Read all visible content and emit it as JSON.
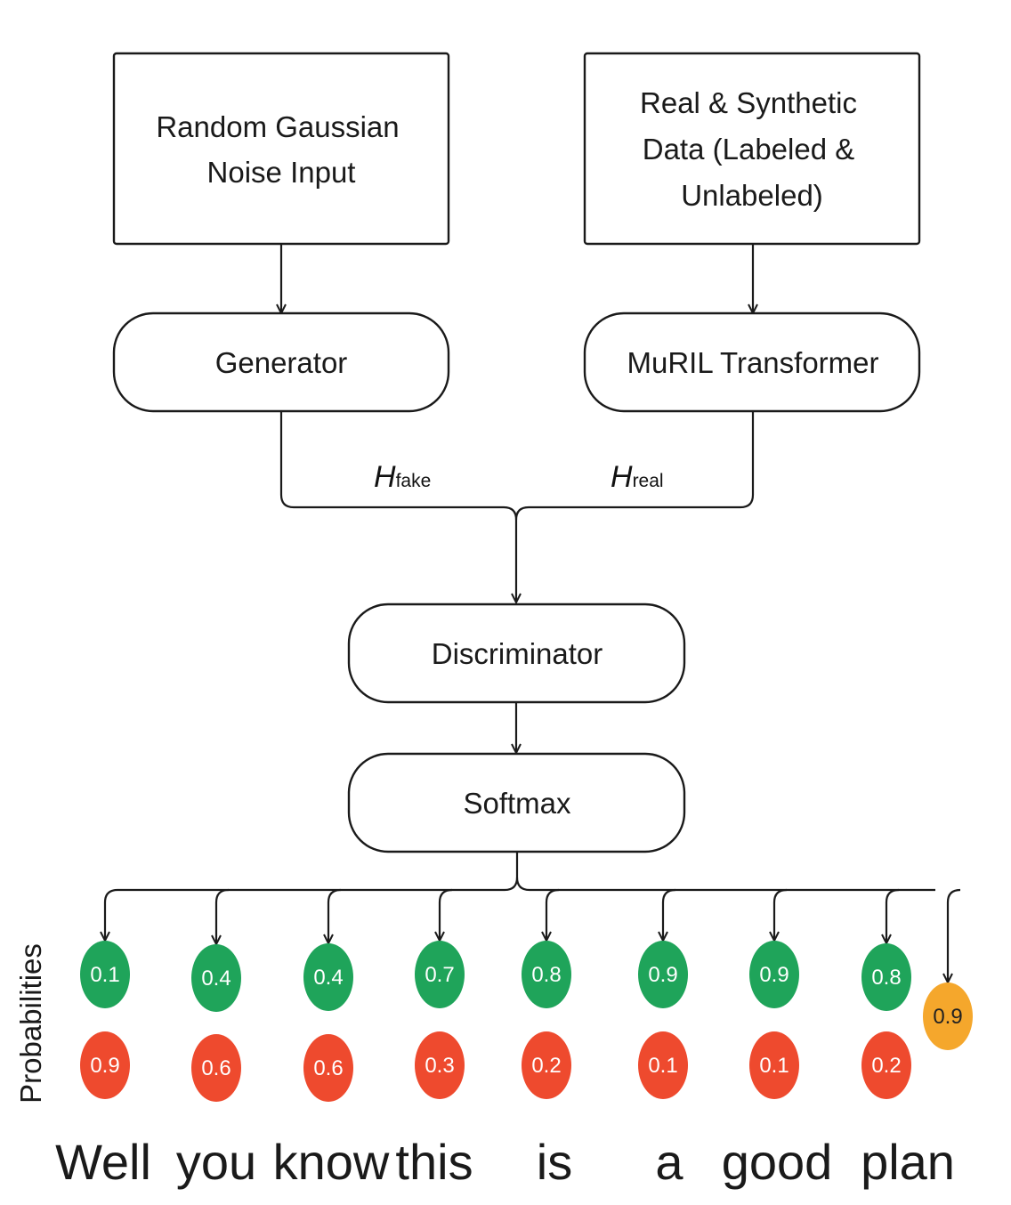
{
  "boxes": {
    "noise": {
      "lines": [
        "Random Gaussian",
        "Noise Input"
      ]
    },
    "data": {
      "lines": [
        "Real & Synthetic",
        "Data (Labeled &",
        "Unlabeled)"
      ]
    },
    "generator": {
      "label": "Generator"
    },
    "muril": {
      "label": "MuRIL Transformer"
    },
    "discriminator": {
      "label": "Discriminator"
    },
    "softmax": {
      "label": "Softmax"
    }
  },
  "edges": {
    "fake": {
      "main": "H",
      "sub": "fake"
    },
    "real": {
      "main": "H",
      "sub": "real"
    }
  },
  "probabilities_label": "Probabilities",
  "columns": [
    {
      "word": "Well",
      "top": "0.1",
      "bottom": "0.9"
    },
    {
      "word": "you",
      "top": "0.4",
      "bottom": "0.6"
    },
    {
      "word": "know",
      "top": "0.4",
      "bottom": "0.6"
    },
    {
      "word": "this",
      "top": "0.7",
      "bottom": "0.3"
    },
    {
      "word": "is",
      "top": "0.8",
      "bottom": "0.2"
    },
    {
      "word": "a",
      "top": "0.9",
      "bottom": "0.1"
    },
    {
      "word": "good",
      "top": "0.9",
      "bottom": "0.1"
    },
    {
      "word": "plan",
      "top": "0.8",
      "bottom": "0.2"
    }
  ],
  "extra": {
    "value": "0.9"
  },
  "colors": {
    "top": "#1fa45a",
    "bottom": "#ee4a2e",
    "extra": "#f5a72c",
    "stroke": "#1a1a1a"
  }
}
